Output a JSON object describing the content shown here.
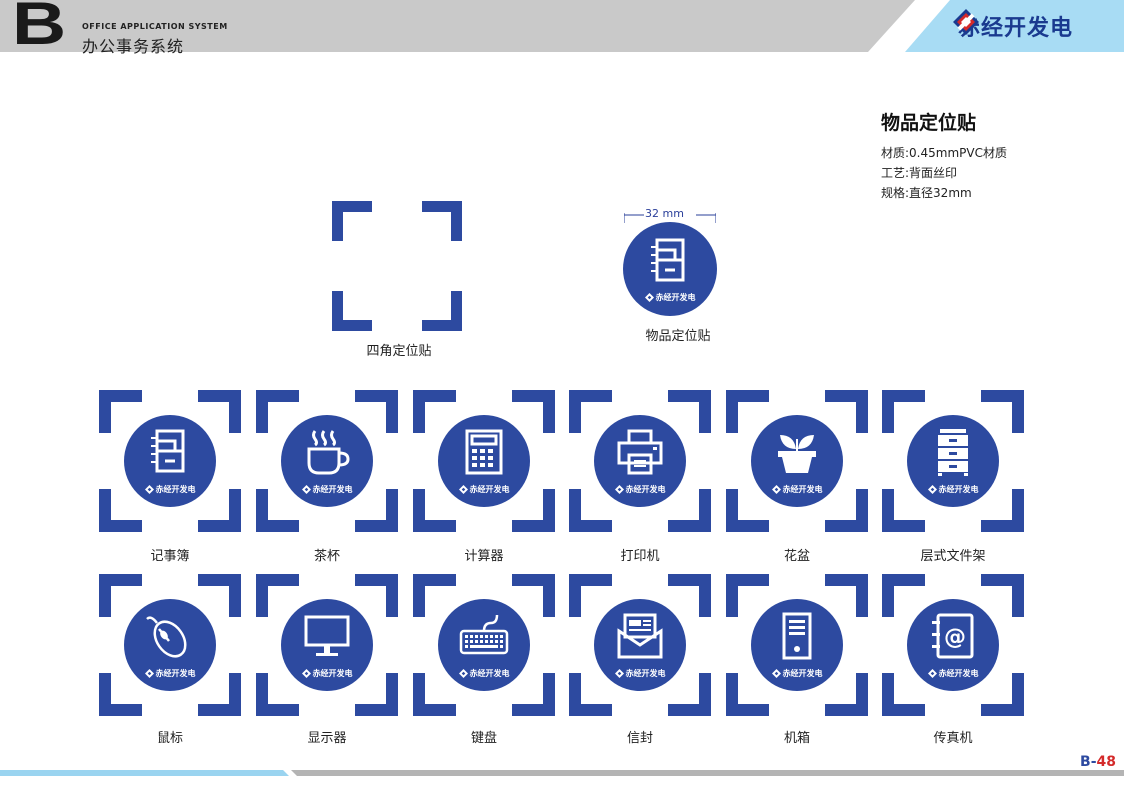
{
  "header": {
    "letter": "B",
    "system_en": "OFFICE APPLICATION SYSTEM",
    "system_zh": "办公事务系统",
    "brand_name": "赤经开发电"
  },
  "spec": {
    "title": "物品定位贴",
    "lines": [
      "材质:0.45mmPVC材质",
      "工艺:背面丝印",
      "规格:直径32mm"
    ]
  },
  "demo": {
    "corner_caption": "四角定位贴",
    "circle_caption": "物品定位贴",
    "dimension": "32 mm"
  },
  "items": [
    {
      "label": "记事簿",
      "icon": "notebook-icon"
    },
    {
      "label": "茶杯",
      "icon": "tea-cup-icon"
    },
    {
      "label": "计算器",
      "icon": "calculator-icon"
    },
    {
      "label": "打印机",
      "icon": "printer-icon"
    },
    {
      "label": "花盆",
      "icon": "flower-pot-icon"
    },
    {
      "label": "层式文件架",
      "icon": "file-rack-icon"
    },
    {
      "label": "鼠标",
      "icon": "mouse-icon"
    },
    {
      "label": "显示器",
      "icon": "monitor-icon"
    },
    {
      "label": "键盘",
      "icon": "keyboard-icon"
    },
    {
      "label": "信封",
      "icon": "envelope-icon"
    },
    {
      "label": "机箱",
      "icon": "computer-case-icon"
    },
    {
      "label": "传真机",
      "icon": "fax-icon"
    }
  ],
  "footer": {
    "page_prefix": "B-",
    "page_number": "48"
  },
  "colors": {
    "brand_blue": "#2d4aa0",
    "header_gray": "#c8c8c8",
    "accent_cyan": "#9ad4f0",
    "accent_red": "#d42a2a"
  }
}
